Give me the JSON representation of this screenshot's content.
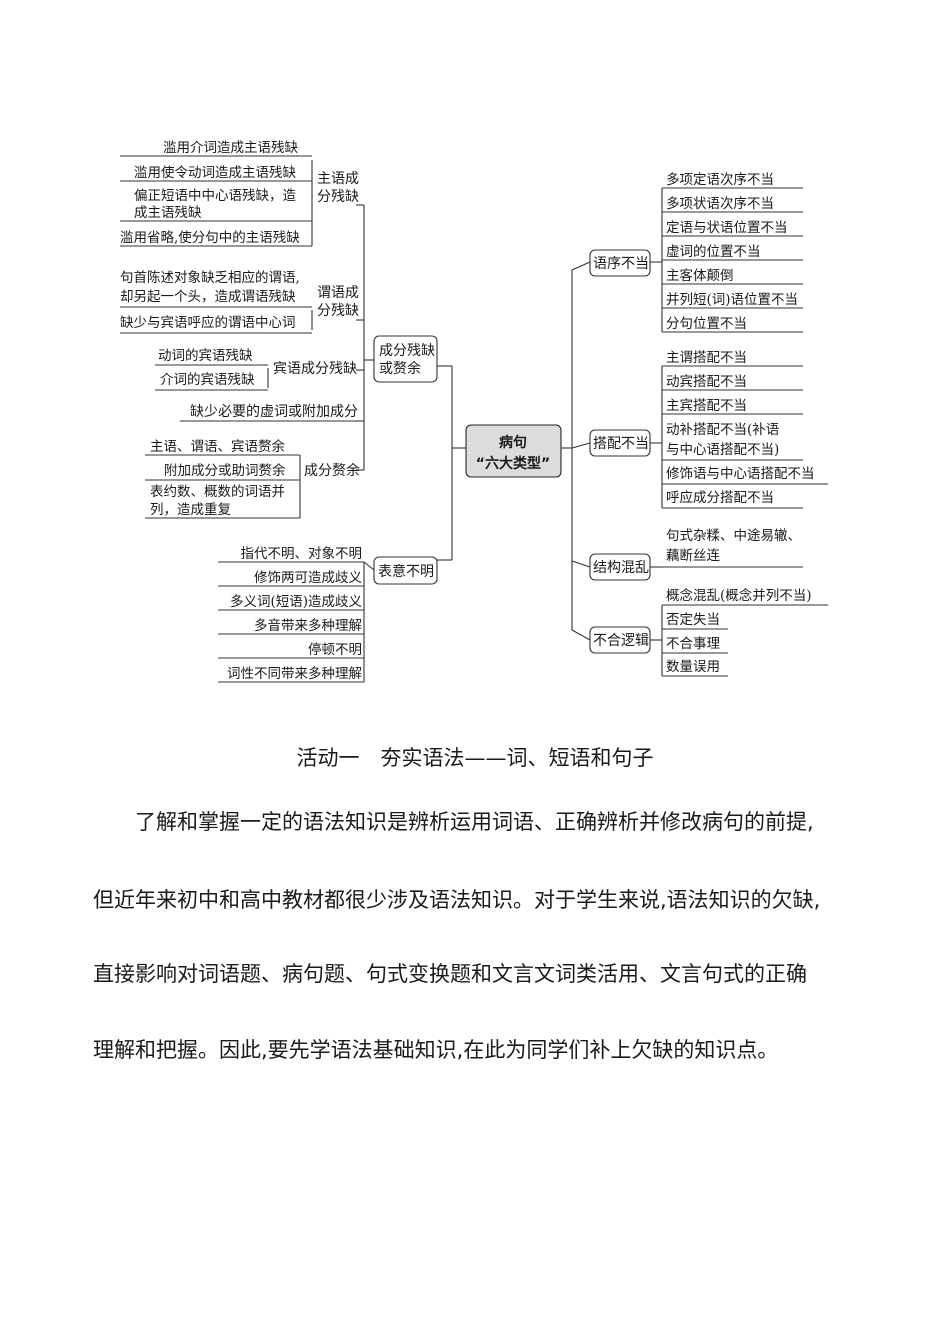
{
  "mindmap": {
    "center": {
      "line1": "病句",
      "line2": "“六大类型”"
    },
    "branches": {
      "missing": {
        "label_l1": "成分残缺",
        "label_l2": "或赘余",
        "subject": {
          "label_l1": "主语成",
          "label_l2": "分残缺",
          "items": [
            {
              "lines": [
                "滥用介词造成主语残缺"
              ]
            },
            {
              "lines": [
                "滥用使令动词造成主语残缺"
              ]
            },
            {
              "lines": [
                "偏正短语中中心语残缺，造",
                "成主语残缺"
              ]
            },
            {
              "lines": [
                "滥用省略,使分句中的主语残缺"
              ]
            }
          ]
        },
        "predicate": {
          "label_l1": "谓语成",
          "label_l2": "分残缺",
          "items": [
            {
              "lines": [
                "句首陈述对象缺乏相应的谓语,",
                "却另起一个头，造成谓语残缺"
              ]
            },
            {
              "lines": [
                "缺少与宾语呼应的谓语中心词"
              ]
            }
          ]
        },
        "object": {
          "label": "宾语成分残缺",
          "items": [
            {
              "lines": [
                "动词的宾语残缺"
              ]
            },
            {
              "lines": [
                "介词的宾语残缺"
              ]
            }
          ]
        },
        "function_word": "缺少必要的虚词或附加成分",
        "redundant": {
          "label": "成分赘余",
          "items": [
            {
              "lines": [
                "主语、谓语、宾语赘余"
              ]
            },
            {
              "lines": [
                "附加成分或助词赘余"
              ]
            },
            {
              "lines": [
                "表约数、概数的词语并",
                "列，造成重复"
              ]
            }
          ]
        }
      },
      "unclear": {
        "label": "表意不明",
        "items": [
          {
            "lines": [
              "指代不明、对象不明"
            ]
          },
          {
            "lines": [
              "修饰两可造成歧义"
            ]
          },
          {
            "lines": [
              "多义词(短语)造成歧义"
            ]
          },
          {
            "lines": [
              "多音带来多种理解"
            ]
          },
          {
            "lines": [
              "停顿不明"
            ]
          },
          {
            "lines": [
              "词性不同带来多种理解"
            ]
          }
        ]
      },
      "order": {
        "label": "语序不当",
        "items": [
          {
            "lines": [
              "多项定语次序不当"
            ]
          },
          {
            "lines": [
              "多项状语次序不当"
            ]
          },
          {
            "lines": [
              "定语与状语位置不当"
            ]
          },
          {
            "lines": [
              "虚词的位置不当"
            ]
          },
          {
            "lines": [
              "主客体颠倒"
            ]
          },
          {
            "lines": [
              "并列短(词)语位置不当"
            ]
          },
          {
            "lines": [
              "分句位置不当"
            ]
          }
        ]
      },
      "collocation": {
        "label": "搭配不当",
        "items": [
          {
            "lines": [
              "主谓搭配不当"
            ]
          },
          {
            "lines": [
              "动宾搭配不当"
            ]
          },
          {
            "lines": [
              "主宾搭配不当"
            ]
          },
          {
            "lines": [
              "动补搭配不当(补语",
              "与中心语搭配不当)"
            ]
          },
          {
            "lines": [
              "修饰语与中心语搭配不当"
            ]
          },
          {
            "lines": [
              "呼应成分搭配不当"
            ]
          }
        ]
      },
      "structure": {
        "label": "结构混乱",
        "items": [
          {
            "lines": [
              "句式杂糅、中途易辙、",
              "藕断丝连"
            ]
          }
        ]
      },
      "logic": {
        "label": "不合逻辑",
        "items": [
          {
            "lines": [
              "概念混乱(概念并列不当)"
            ]
          },
          {
            "lines": [
              "否定失当"
            ]
          },
          {
            "lines": [
              "不合事理"
            ]
          },
          {
            "lines": [
              "数量误用"
            ]
          }
        ]
      }
    }
  },
  "activity_title": "活动一　夯实语法——词、短语和句子",
  "paragraph_lines": [
    "　　了解和掌握一定的语法知识是辨析运用词语、正确辨析并修改病句的前提,",
    "但近年来初中和高中教材都很少涉及语法知识。对于学生来说,语法知识的欠缺,",
    "直接影响对词语题、病句题、句式变换题和文言文词类活用、文言句式的正确",
    "理解和把握。因此,要先学语法基础知识,在此为同学们补上欠缺的知识点。"
  ]
}
